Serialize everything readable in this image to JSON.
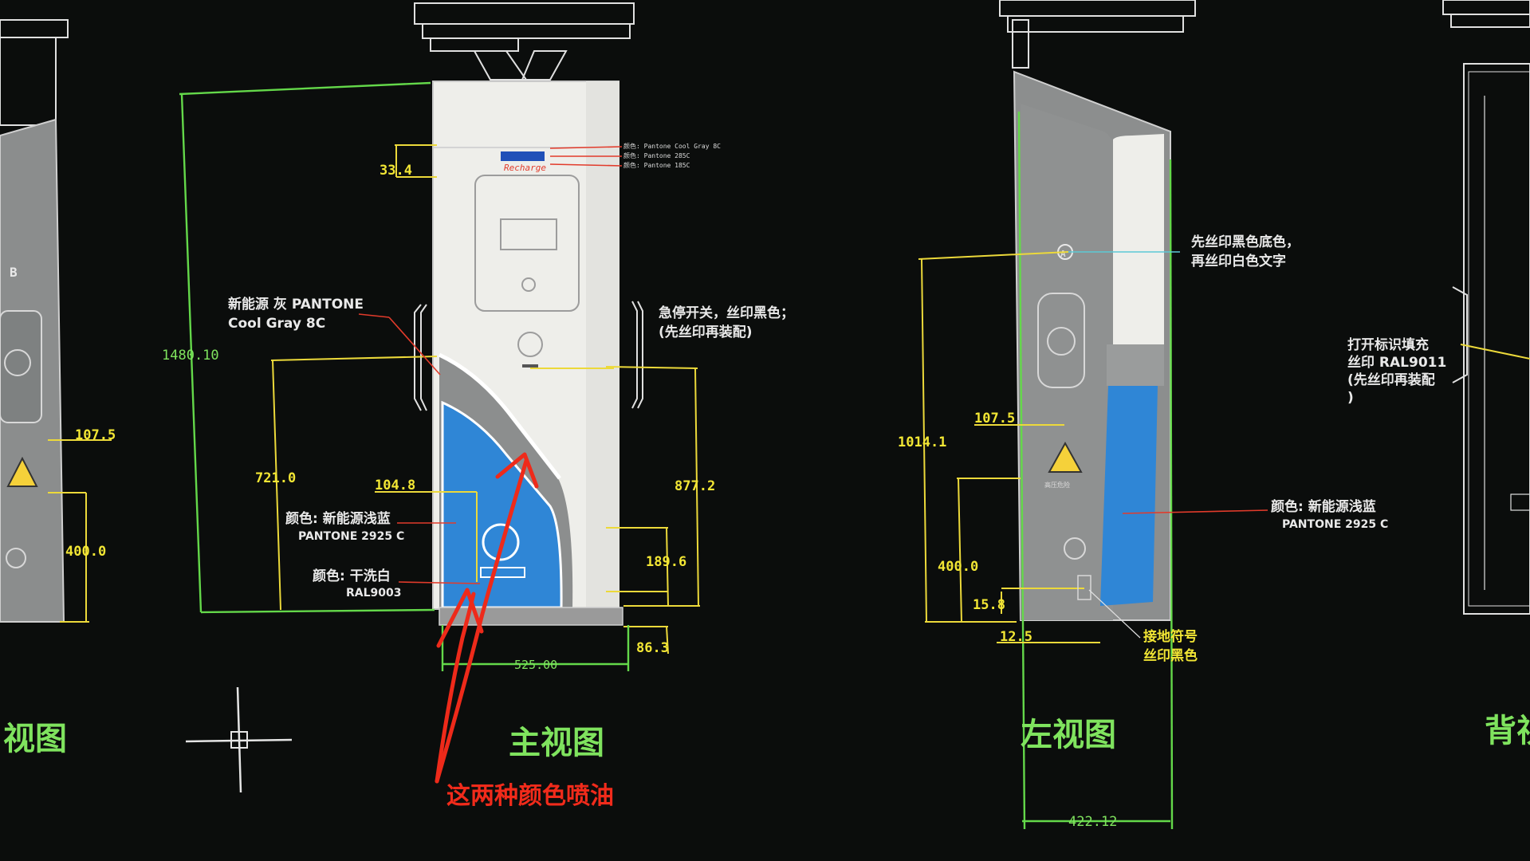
{
  "views": {
    "left_cut_label": "视图",
    "main_label": "主视图",
    "left_view_label": "左视图",
    "back_cut_label": "背视"
  },
  "dimensions": {
    "height_total": "1480.10",
    "height_721": "721.0",
    "width_104": "104.8",
    "height_877": "877.2",
    "height_189": "189.6",
    "base_86": "86.3",
    "width_525": "525.00",
    "top_33": "33.4",
    "left_107": "107.5",
    "left_400": "400.0",
    "side_1014": "1014.1",
    "side_107": "107.5",
    "side_400": "400.0",
    "side_15": "15.8",
    "side_12": "12.5",
    "side_width": "422.12"
  },
  "annotations": {
    "cool_gray_1": "新能源 灰 PANTONE",
    "cool_gray_2": "Cool Gray 8C",
    "blue_color_1": "颜色: 新能源浅蓝",
    "blue_color_2": "PANTONE 2925 C",
    "white_color_1": "颜色: 干洗白",
    "white_color_2": "RAL9003",
    "estop_1": "急停开关，丝印黑色；",
    "estop_2": "(先丝印再装配)",
    "silk_1": "先丝印黑色底色，",
    "silk_2": "再丝印白色文字",
    "side_blue_1": "颜色: 新能源浅蓝",
    "side_blue_2": "PANTONE 2925 C",
    "ground_1": "接地符号",
    "ground_2": "丝印黑色",
    "back_1": "打开标识填充",
    "back_2": "丝印 RAL9011",
    "back_3": "(先丝印再装配",
    "back_4": ")",
    "logo_note_1": "颜色: Pantone Cool Gray 8C",
    "logo_note_2": "颜色: Pantone 285C",
    "logo_note_3": "颜色: Pantone 185C",
    "marker_a": "A",
    "marker_b": "B",
    "warning_label": "高压危险",
    "logo_sub": "Recharge"
  },
  "handwritten_note": "这两种颜色喷油",
  "colors": {
    "background": "#0b0d0c",
    "cad_green": "#64d84a",
    "cad_yellow": "#ecd93a",
    "panel_blue": "#2f86d6",
    "panel_white": "#eeeeea",
    "panel_gray": "#8c8e8e",
    "annotation_red": "#f12b1b"
  }
}
